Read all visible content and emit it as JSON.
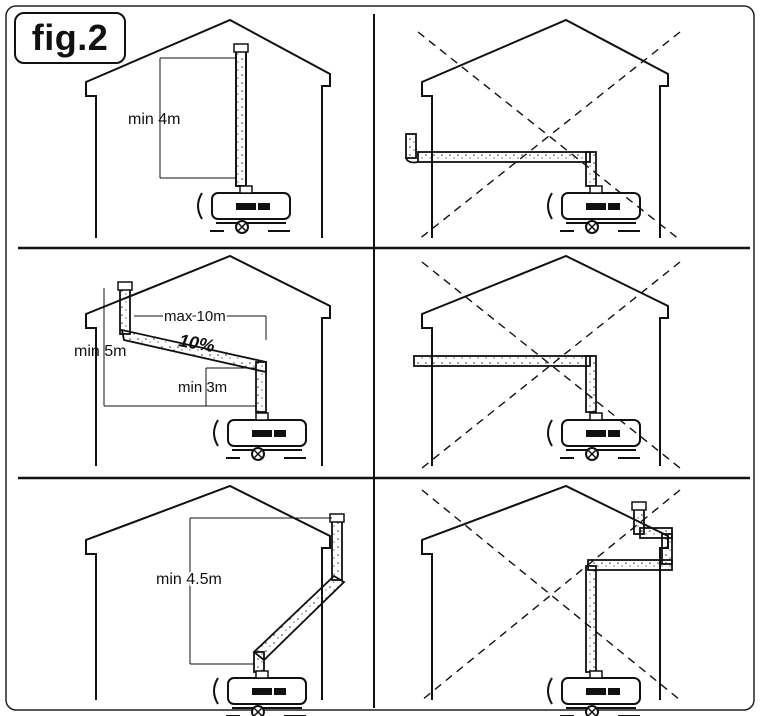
{
  "figure": {
    "tag": "fig.2"
  },
  "panels": {
    "row1_ok": {
      "label_height": "min 4m"
    },
    "row2_ok": {
      "label_height": "min 5m",
      "label_run": "max 10m",
      "label_slope": "10%",
      "label_rise": "min 3m"
    },
    "row3_ok": {
      "label_height": "min 4.5m"
    }
  },
  "colors": {
    "line": "#1a1a1a",
    "frame": "#222222",
    "background": "#ffffff"
  }
}
